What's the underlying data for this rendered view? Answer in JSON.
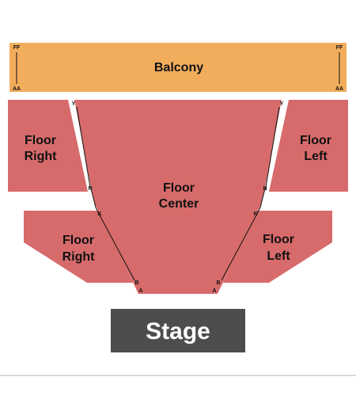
{
  "colors": {
    "balcony": "#F2AD5C",
    "floor": "#D76B6B",
    "stage": "#4D4D4D",
    "row_line": "#111111",
    "section_text": "#111111",
    "stage_text": "#FFFFFF",
    "baseline": "#B3B3B3"
  },
  "sections": {
    "balcony": {
      "label": "Balcony",
      "rows": {
        "top_left": "FF",
        "top_right": "FF",
        "bottom_left": "AA",
        "bottom_right": "AA"
      }
    },
    "floor_right_upper": {
      "label_line1": "Floor",
      "label_line2": "Right"
    },
    "floor_left_upper": {
      "label_line1": "Floor",
      "label_line2": "Left"
    },
    "floor_center": {
      "label_line1": "Floor",
      "label_line2": "Center"
    },
    "floor_right_lower": {
      "label_line1": "Floor",
      "label_line2": "Right"
    },
    "floor_left_lower": {
      "label_line1": "Floor",
      "label_line2": "Left"
    }
  },
  "row_markers": {
    "left": [
      "Y",
      "N",
      "K",
      "B",
      "A"
    ],
    "right": [
      "Y",
      "N",
      "K",
      "B",
      "A"
    ]
  },
  "stage": {
    "label": "Stage"
  }
}
